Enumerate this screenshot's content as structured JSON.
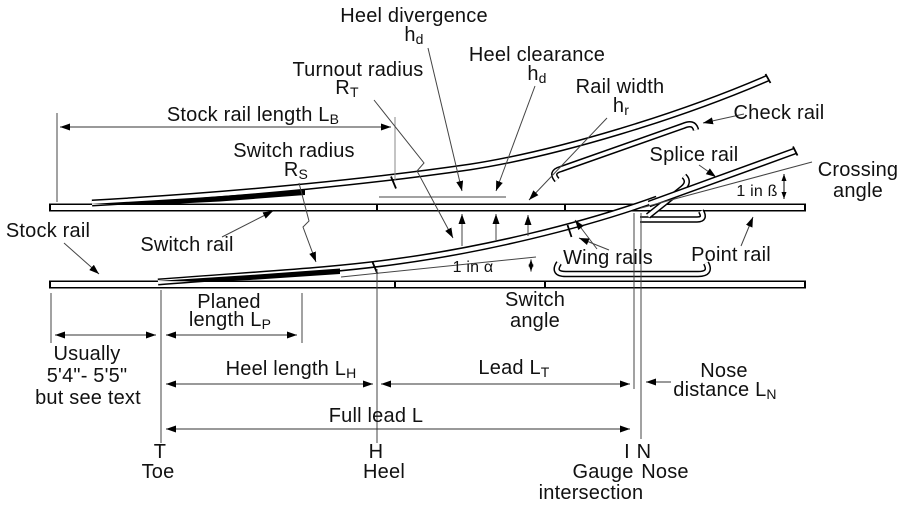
{
  "colors": {
    "line": "#000000",
    "construction": "#444444",
    "text": "#111111",
    "background": "#ffffff"
  },
  "labels": {
    "heel_divergence": {
      "line1": "Heel divergence",
      "sym": "h",
      "sub": "d"
    },
    "heel_clearance": {
      "line1": "Heel clearance",
      "sym": "h",
      "sub": "d"
    },
    "turnout_radius": {
      "line1": "Turnout radius",
      "sym": "R",
      "sub": "T"
    },
    "rail_width": {
      "line1": "Rail width",
      "sym": "h",
      "sub": "r"
    },
    "check_rail": {
      "text": "Check rail"
    },
    "stock_rail_length": {
      "text": "Stock rail length L",
      "sub": "B"
    },
    "switch_radius": {
      "line1": "Switch radius",
      "sym": "R",
      "sub": "S"
    },
    "splice_rail": {
      "text": "Splice rail"
    },
    "crossing_angle": {
      "line1": "Crossing",
      "line2": "angle"
    },
    "crossing_slope": {
      "text": "1 in ß"
    },
    "stock_rail": {
      "text": "Stock rail"
    },
    "switch_rail": {
      "text": "Switch rail"
    },
    "wing_rails": {
      "text": "Wing rails"
    },
    "point_rail": {
      "text": "Point rail"
    },
    "switch_slope": {
      "text": "1 in α"
    },
    "switch_angle": {
      "line1": "Switch",
      "line2": "angle"
    },
    "planed_length": {
      "line1": "Planed",
      "line2": "length L",
      "sub": "P"
    },
    "usual_note": {
      "line1": "Usually",
      "line2": "5'4\"- 5'5\"",
      "line3": "but see text"
    },
    "heel_length": {
      "text": "Heel length L",
      "sub": "H"
    },
    "lead": {
      "text": "Lead L",
      "sub": "T"
    },
    "nose_distance": {
      "line1": "Nose",
      "line2": "distance L",
      "sub": "N"
    },
    "full_lead": {
      "text": "Full lead L"
    },
    "points": {
      "toe_letter": "T",
      "toe": "Toe",
      "heel_letter": "H",
      "heel": "Heel",
      "gauge_letter": "I",
      "nose_letter": "N",
      "gauge_line1": "Gauge",
      "gauge_line2": "intersection",
      "nose": "Nose"
    }
  }
}
